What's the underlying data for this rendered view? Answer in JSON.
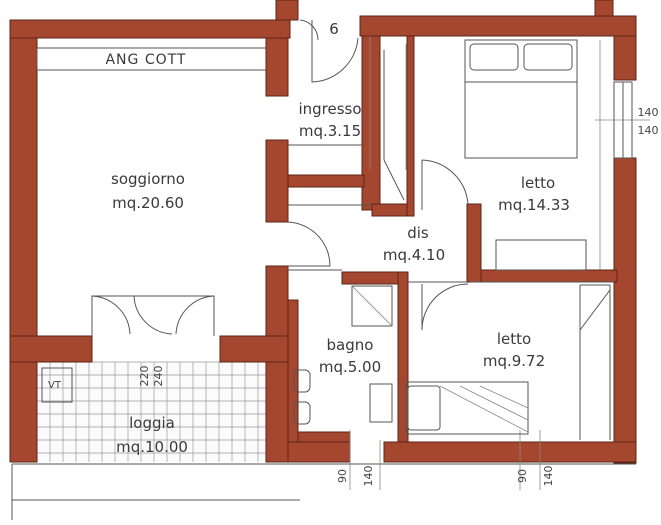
{
  "labels": {
    "number": "6",
    "ang_cott": "ANG COTT",
    "ingresso": "ingresso",
    "ingresso_area": "mq.3.15",
    "soggiorno": "soggiorno",
    "soggiorno_area": "mq.20.60",
    "letto1": "letto",
    "letto1_area": "mq.14.33",
    "dis": "dis",
    "dis_area": "mq.4.10",
    "bagno": "bagno",
    "bagno_area": "mq.5.00",
    "letto2": "letto",
    "letto2_area": "mq.9.72",
    "loggia": "loggia",
    "loggia_area": "mq.10.00",
    "vt": "VT"
  },
  "dimensions": {
    "window_right_top": "140",
    "window_right_bottom": "140",
    "loggia_door_a": "220",
    "loggia_door_b": "240",
    "bottom_left_a": "90",
    "bottom_left_b": "140",
    "bottom_right_a": "90",
    "bottom_right_b": "140"
  },
  "colors": {
    "wall_fill": "#a5472f",
    "wall_stroke": "#5a2416",
    "line": "#555555"
  }
}
